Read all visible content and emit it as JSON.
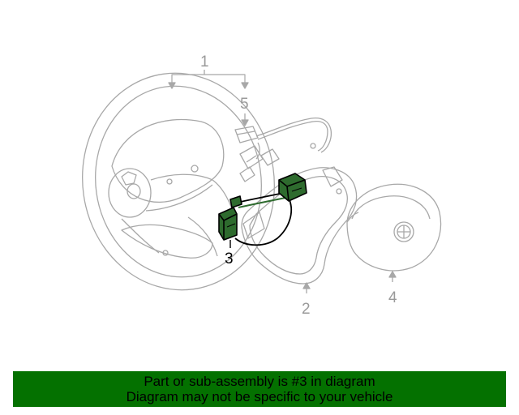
{
  "callouts": {
    "c1": "1",
    "c2": "2",
    "c3": "3",
    "c4": "4",
    "c5": "5"
  },
  "highlighted_part": "3",
  "banner": {
    "line1": "Part or sub-assembly is #3 in diagram",
    "line2": "Diagram may not be specific to your vehicle"
  },
  "colors": {
    "line_art": "#a8a8a8",
    "highlight_fill": "#2e6b2e",
    "highlight_stroke": "#000000",
    "banner_bg": "#047100"
  }
}
